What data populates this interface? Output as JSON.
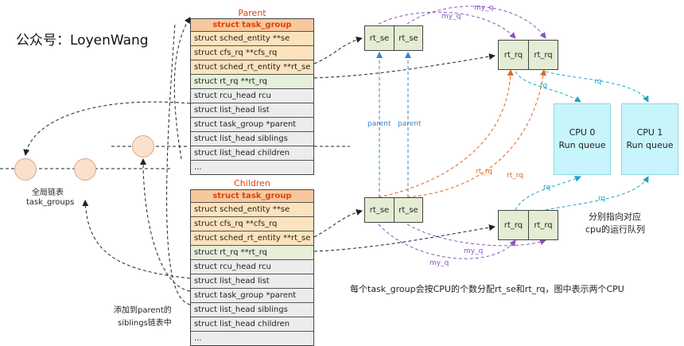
{
  "watermark": "公众号：LoyenWang",
  "parent": {
    "title": "Parent",
    "header": "struct task_group",
    "rows": [
      "struct sched_entity **se",
      "struct cfs_rq **cfs_rq",
      "struct sched_rt_entity **rt_se",
      "struct rt_rq **rt_rq",
      "struct rcu_head rcu",
      "struct list_head list",
      "struct task_group *parent",
      "struct list_head siblings",
      "struct list_head children",
      "..."
    ]
  },
  "children": {
    "title": "Children",
    "header": "struct task_group",
    "rows": [
      "struct sched_entity **se",
      "struct cfs_rq **cfs_rq",
      "struct sched_rt_entity **rt_se",
      "struct rt_rq **rt_rq",
      "struct rcu_head rcu",
      "struct list_head list",
      "struct task_group *parent",
      "struct list_head siblings",
      "struct list_head children",
      "..."
    ]
  },
  "pairs": {
    "rt_se_label": "rt_se",
    "rt_rq_label": "rt_rq"
  },
  "cpus": [
    {
      "name": "CPU 0",
      "sub": "Run queue"
    },
    {
      "name": "CPU 1",
      "sub": "Run queue"
    }
  ],
  "labels": {
    "global_list_1": "全局链表",
    "global_list_2": "task_groups",
    "add_parent_1": "添加到parent的",
    "add_parent_2": "siblings链表中",
    "point_cpu_1": "分别指向对应",
    "point_cpu_2": "cpu的运行队列",
    "caption": "每个task_group会按CPU的个数分配rt_se和rt_rq，图中表示两个CPU",
    "my_q": "my_q",
    "parent": "parent",
    "rt_rq": "rt_rq",
    "rq": "rq"
  },
  "colors": {
    "accent_orange": "#e0400a",
    "blue": "#3b84c5",
    "purple": "#8a54c2",
    "orange": "#e0641c",
    "cyan": "#1aa7c9"
  }
}
